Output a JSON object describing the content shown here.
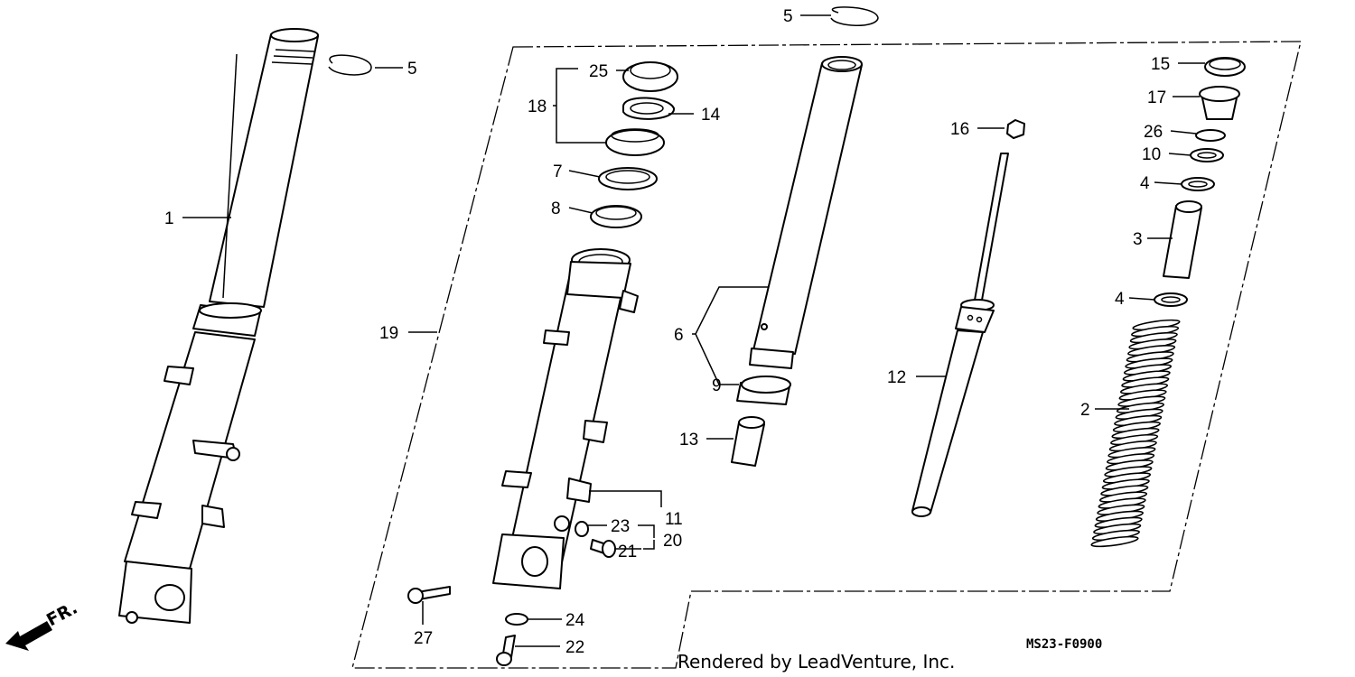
{
  "diagram": {
    "code": "MS23-F0900",
    "credit": "Rendered by LeadVenture, Inc.",
    "direction_label": "FR."
  },
  "callouts": {
    "c1": "1",
    "c2": "2",
    "c3": "3",
    "c4a": "4",
    "c4b": "4",
    "c5a": "5",
    "c5b": "5",
    "c6": "6",
    "c7": "7",
    "c8": "8",
    "c9": "9",
    "c10": "10",
    "c11": "11",
    "c12": "12",
    "c13": "13",
    "c14": "14",
    "c15": "15",
    "c16": "16",
    "c17": "17",
    "c18": "18",
    "c19": "19",
    "c20": "20",
    "c21": "21",
    "c22": "22",
    "c23": "23",
    "c24": "24",
    "c25": "25",
    "c26": "26",
    "c27": "27"
  }
}
